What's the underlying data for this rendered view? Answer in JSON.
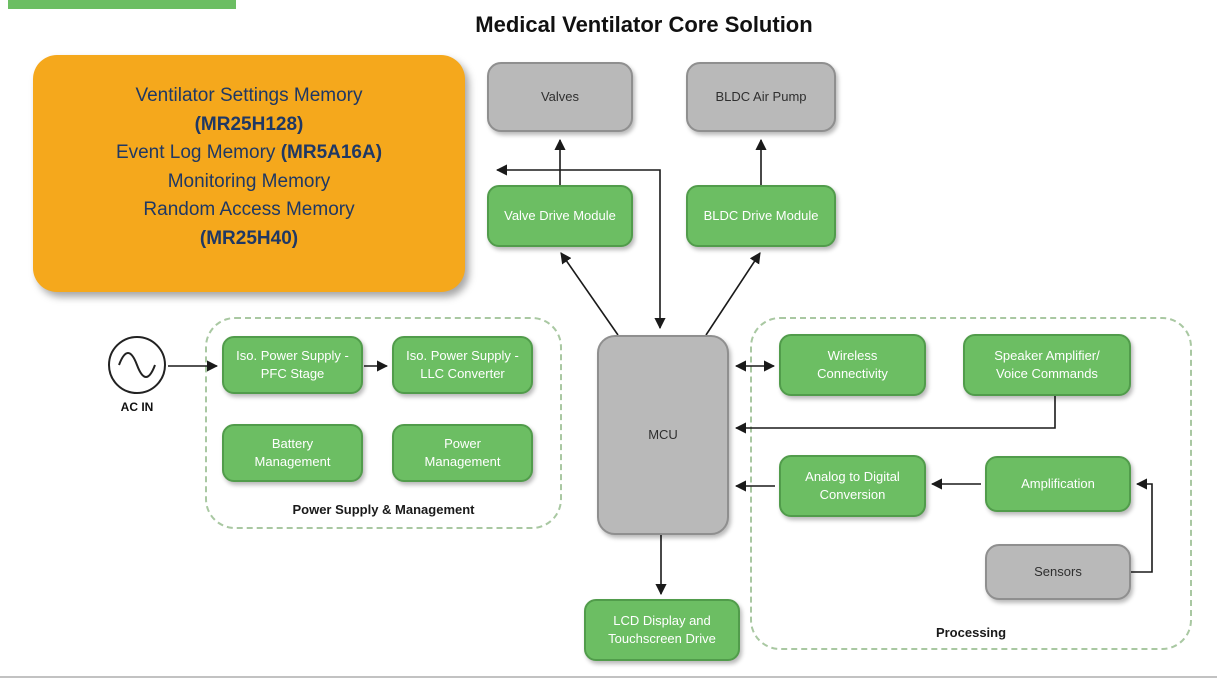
{
  "title": "Medical Ventilator Core Solution",
  "memory_block": {
    "line1": "Ventilator Settings Memory",
    "line2": "(MR25H128)",
    "line3_regular": "Event Log Memory ",
    "line3_bold": "(MR5A16A)",
    "line4": "Monitoring Memory",
    "line5": "Random Access Memory",
    "line6": "(MR25H40)"
  },
  "nodes": {
    "valves": "Valves",
    "bldc_air_pump": "BLDC Air Pump",
    "valve_drive_module": "Valve Drive Module",
    "bldc_drive_module": "BLDC Drive Module",
    "mcu": "MCU",
    "iso_power_pfc": "Iso. Power Supply -\nPFC Stage",
    "iso_power_llc": "Iso. Power Supply -\nLLC Converter",
    "battery_management": "Battery\nManagement",
    "power_management": "Power\nManagement",
    "wireless_connectivity": "Wireless\nConnectivity",
    "speaker_amplifier": "Speaker Amplifier/\nVoice Commands",
    "analog_to_digital": "Analog to Digital\nConversion",
    "amplification": "Amplification",
    "sensors": "Sensors",
    "lcd_display": "LCD Display and\nTouchscreen Drive"
  },
  "groups": {
    "power_supply": "Power Supply & Management",
    "processing": "Processing"
  },
  "labels": {
    "ac_in": "AC IN"
  },
  "icons": {
    "ac_source": "ac-sine-wave-icon"
  },
  "colors": {
    "box_green": "#6cbe63",
    "box_gray": "#b9b9b9",
    "memory_orange": "#f5a81c",
    "memory_text_navy": "#1f3864",
    "connector_black": "#1a1a1a",
    "group_dash_green": "#a9c8a2"
  }
}
